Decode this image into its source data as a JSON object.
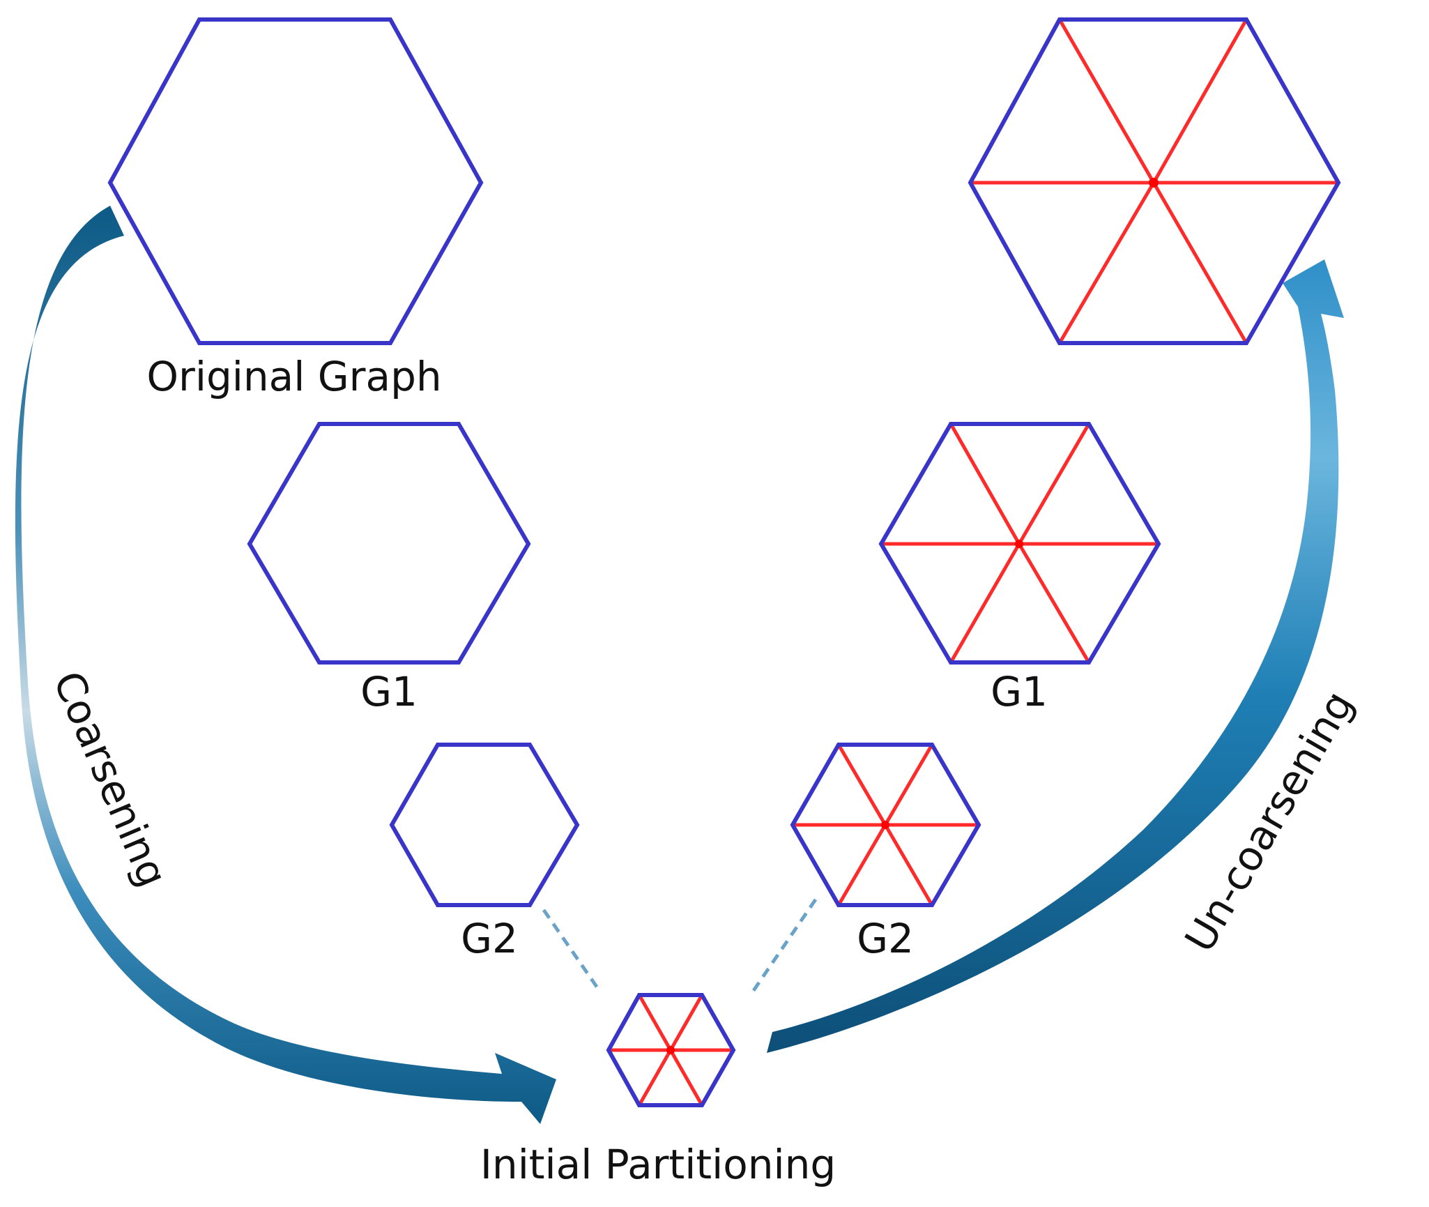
{
  "labels": {
    "original_graph": "Original Graph",
    "coarse_g1": "G1",
    "coarse_g2": "G2",
    "refined_g1": "G1",
    "refined_g2": "G2",
    "initial_partitioning": "Initial Partitioning",
    "coarsening": "Coarsening",
    "un_coarsening": "Un-coarsening"
  },
  "colors": {
    "hexagon_outline": "#3a35c9",
    "partition_edges": "#ff2a2a",
    "arrow_dark": "#0d5a86",
    "arrow_light": "#3a9fd6"
  }
}
